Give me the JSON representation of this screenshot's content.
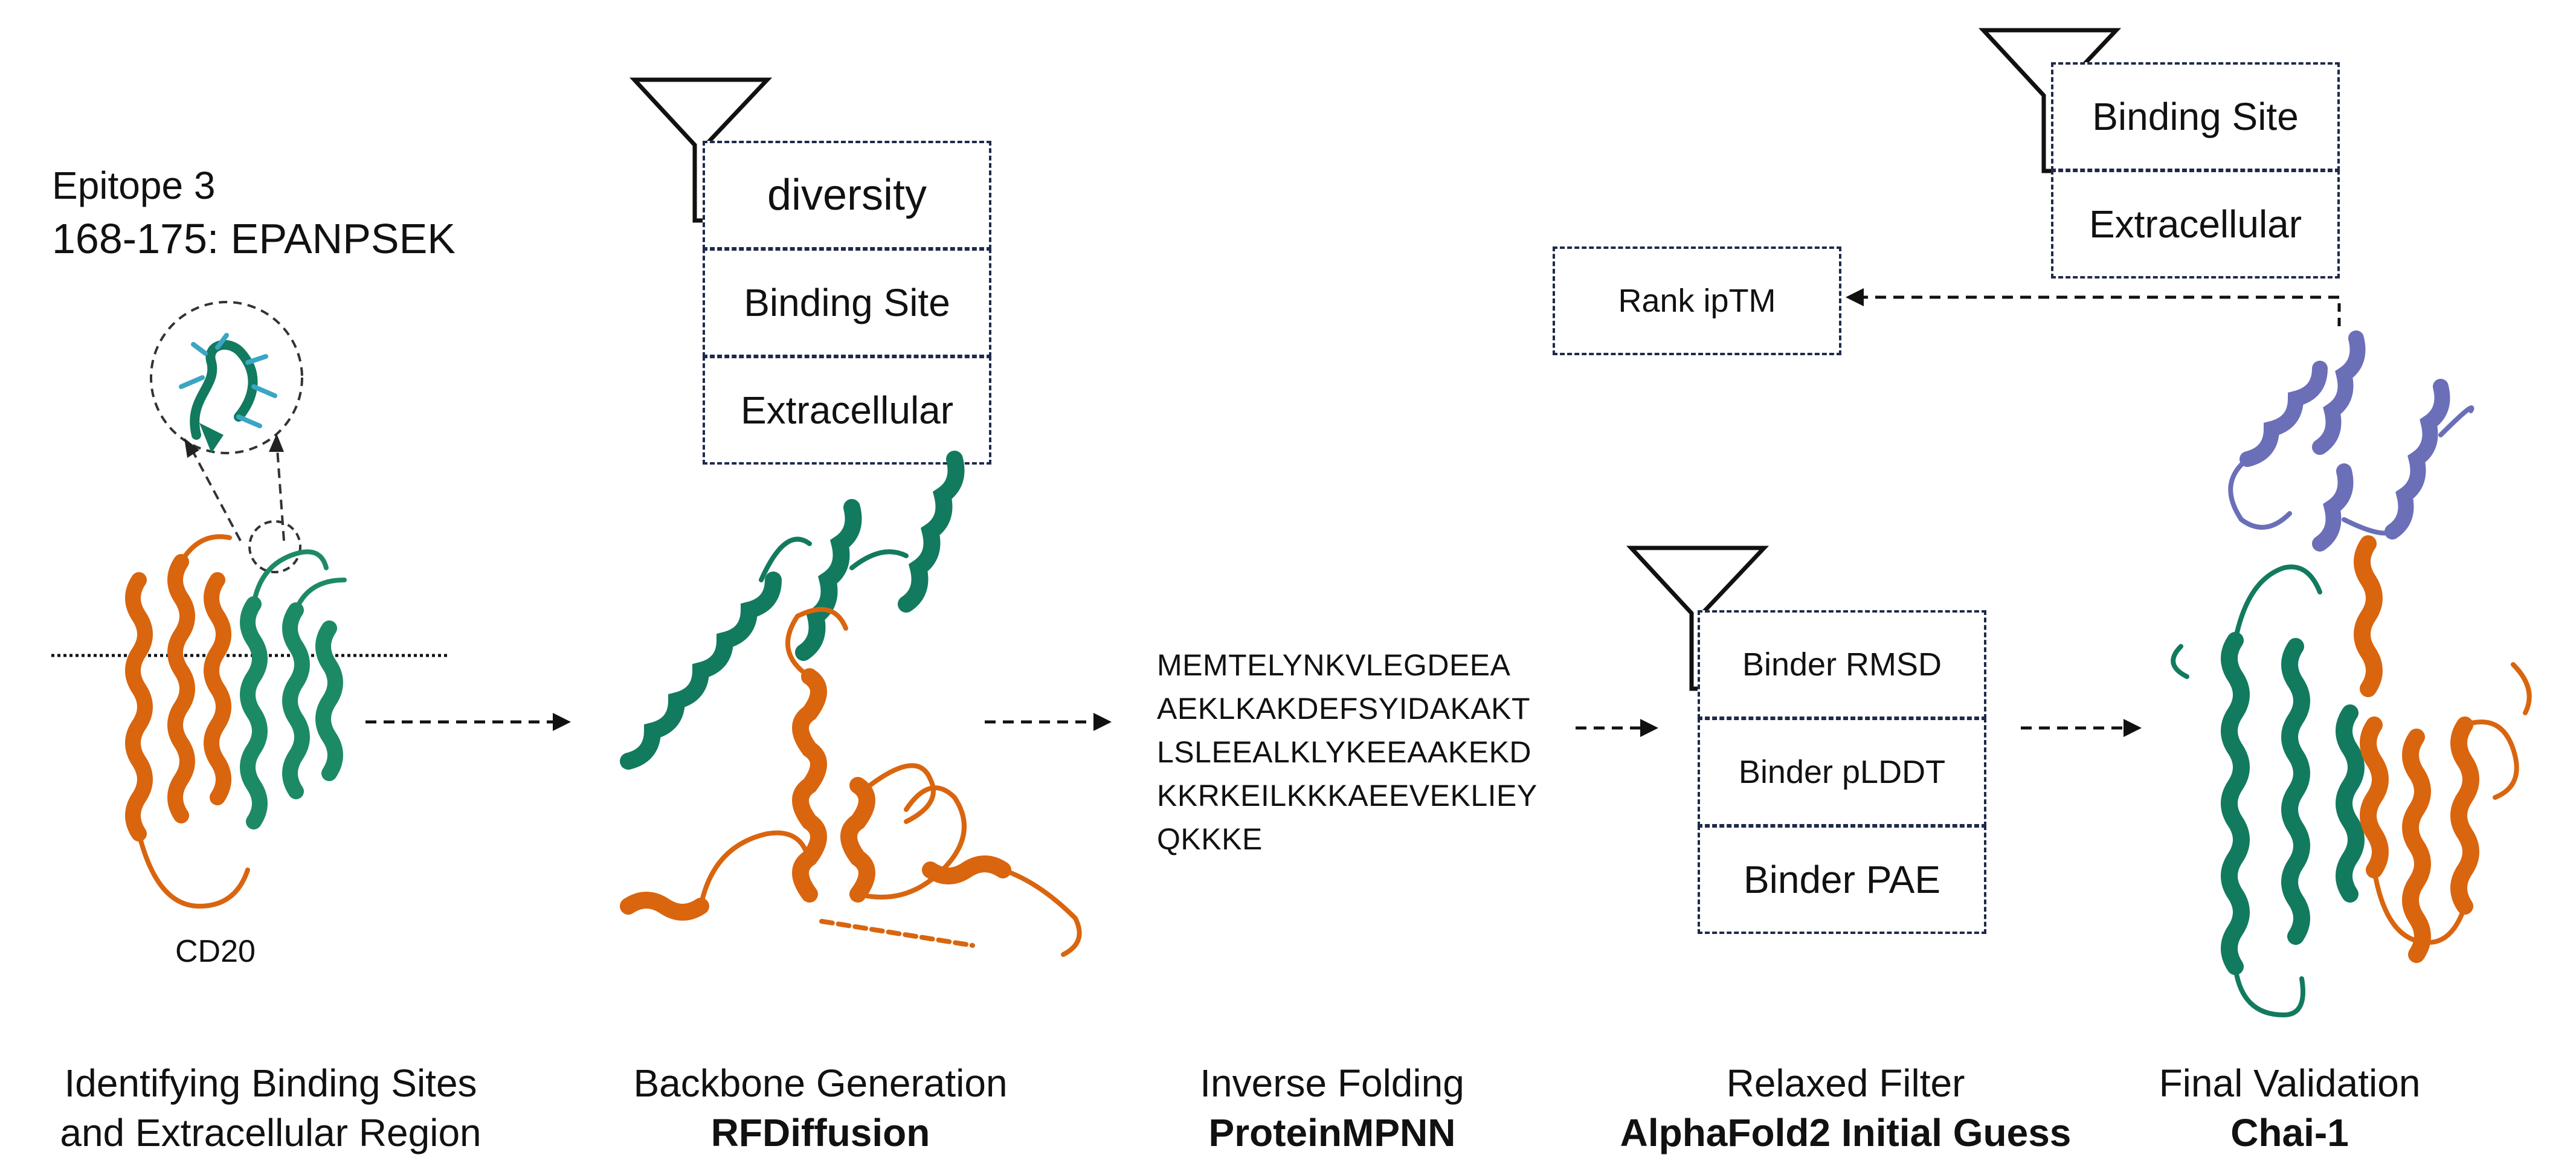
{
  "epitope": {
    "title": "Epitope 3",
    "range": "168-175: EPANPSEK"
  },
  "cd20_label": "CD20",
  "rfdiffusion_filters": [
    "diversity",
    "Binding Site",
    "Extracellular"
  ],
  "sequence_lines": [
    "MEMTELYNKVLEGDEEA",
    "AEKLKAKDEFSYIDAKAKT",
    "LSLEEALKLYKEEAAKEKD",
    "KKRKEILKKKAEEVEKLIEY",
    "QKKKE"
  ],
  "af2_filters": [
    "Binder RMSD",
    "Binder pLDDT",
    "Binder PAE"
  ],
  "chai_filters": [
    "Binding Site",
    "Extracellular"
  ],
  "rank_label": "Rank ipTM",
  "stages": [
    {
      "line1": "Identifying Binding Sites",
      "line2": "and Extracellular Region",
      "tool": ""
    },
    {
      "line1": "Backbone Generation",
      "line2": "",
      "tool": "RFDiffusion"
    },
    {
      "line1": "Inverse Folding",
      "line2": "",
      "tool": "ProteinMPNN"
    },
    {
      "line1": "Relaxed Filter",
      "line2": "",
      "tool": "AlphaFold2 Initial Guess"
    },
    {
      "line1": "Final Validation",
      "line2": "",
      "tool": "Chai-1"
    }
  ],
  "colors": {
    "orange": "#d9650f",
    "green": "#127a5f",
    "purple": "#6b6fb8",
    "cyan": "#3aa6c4",
    "border": "#1f2a4a"
  }
}
